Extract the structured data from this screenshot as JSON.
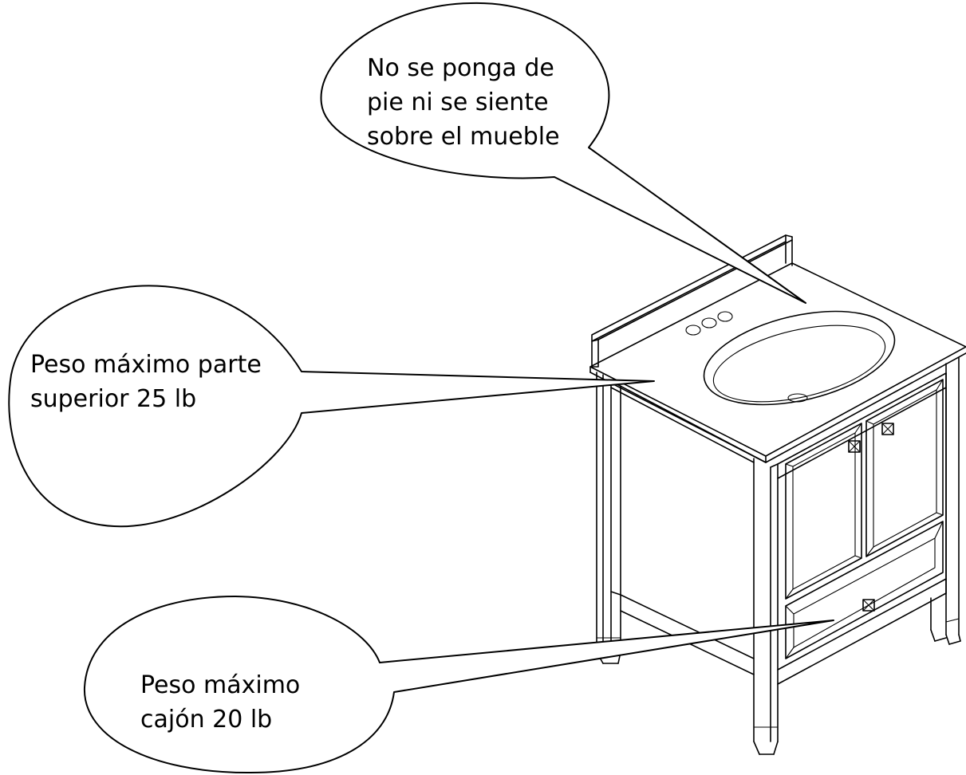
{
  "callouts": {
    "top": {
      "line1": "No se ponga de",
      "line2": "pie ni se siente",
      "line3": "sobre el mueble"
    },
    "left": {
      "line1": "Peso máximo parte",
      "line2": "superior 25 lb"
    },
    "bottom": {
      "line1": "Peso máximo",
      "line2": "cajón 20 lb"
    }
  },
  "colors": {
    "line": "#000000",
    "background": "#ffffff"
  }
}
